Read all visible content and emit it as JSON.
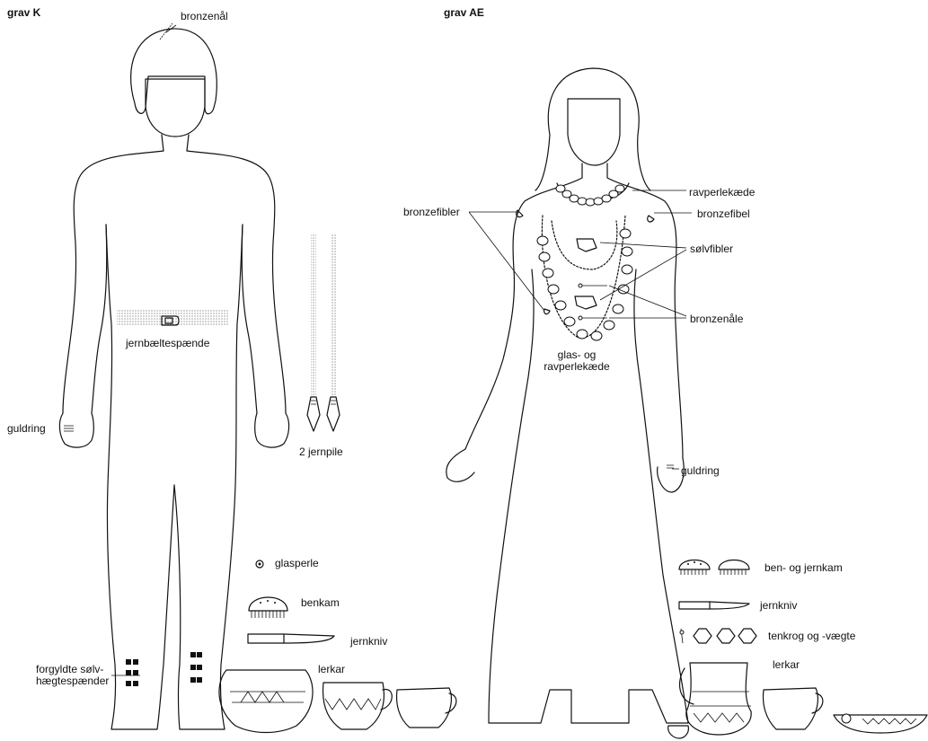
{
  "left": {
    "title": "grav K",
    "labels": {
      "bronzenal": "bronzenål",
      "belt": "jernbæltespænde",
      "ring": "guldring",
      "arrows": "2 jernpile",
      "clasps": "forgyldte sølv- hægtespænder",
      "bead": "glasperle",
      "comb": "benkam",
      "knife": "jernkniv",
      "pots": "lerkar"
    }
  },
  "right": {
    "title": "grav AE",
    "labels": {
      "amber_necklace": "ravperlekæde",
      "bronzefibel": "bronzefibel",
      "bronzefibler": "bronzefibler",
      "solvfibler": "sølvfibler",
      "bronzenale": "bronzenåle",
      "glass_necklace": "glas- og ravperlekæde",
      "ring": "guldring",
      "combs": "ben- og jernkam",
      "knife": "jernkniv",
      "weights": "tenkrog og -vægte",
      "pots": "lerkar"
    }
  },
  "icons": {
    "male_figure": "male-figure-icon",
    "female_figure": "female-figure-icon"
  }
}
